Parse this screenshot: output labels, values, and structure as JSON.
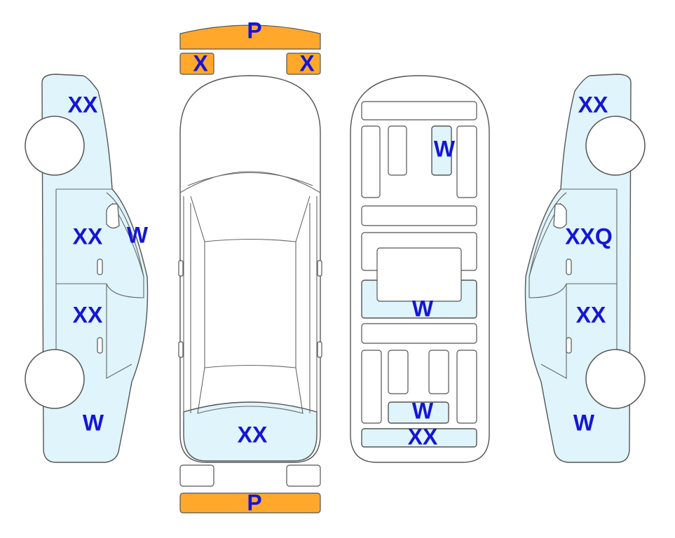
{
  "labels": {
    "bumper_front": "P",
    "bumper_rear": "P",
    "fog_left": "X",
    "fog_right": "X",
    "left_front_fender": "XX",
    "left_front_door": "XX",
    "left_front_window": "W",
    "left_rear_door": "XX",
    "left_quarter": "W",
    "top_trunk": "XX",
    "interior_windshield": "W",
    "interior_center_glass": "W",
    "interior_rear_glass": "W",
    "interior_rear_panel": "XX",
    "right_front_fender": "XX",
    "right_front_door": "XXQ",
    "right_rear_door": "XX",
    "right_quarter": "W"
  },
  "colors": {
    "damage_fill": "#dff4fb",
    "part_orange": "#ffa82b",
    "label_blue": "#1515d6",
    "outline": "#555555"
  }
}
